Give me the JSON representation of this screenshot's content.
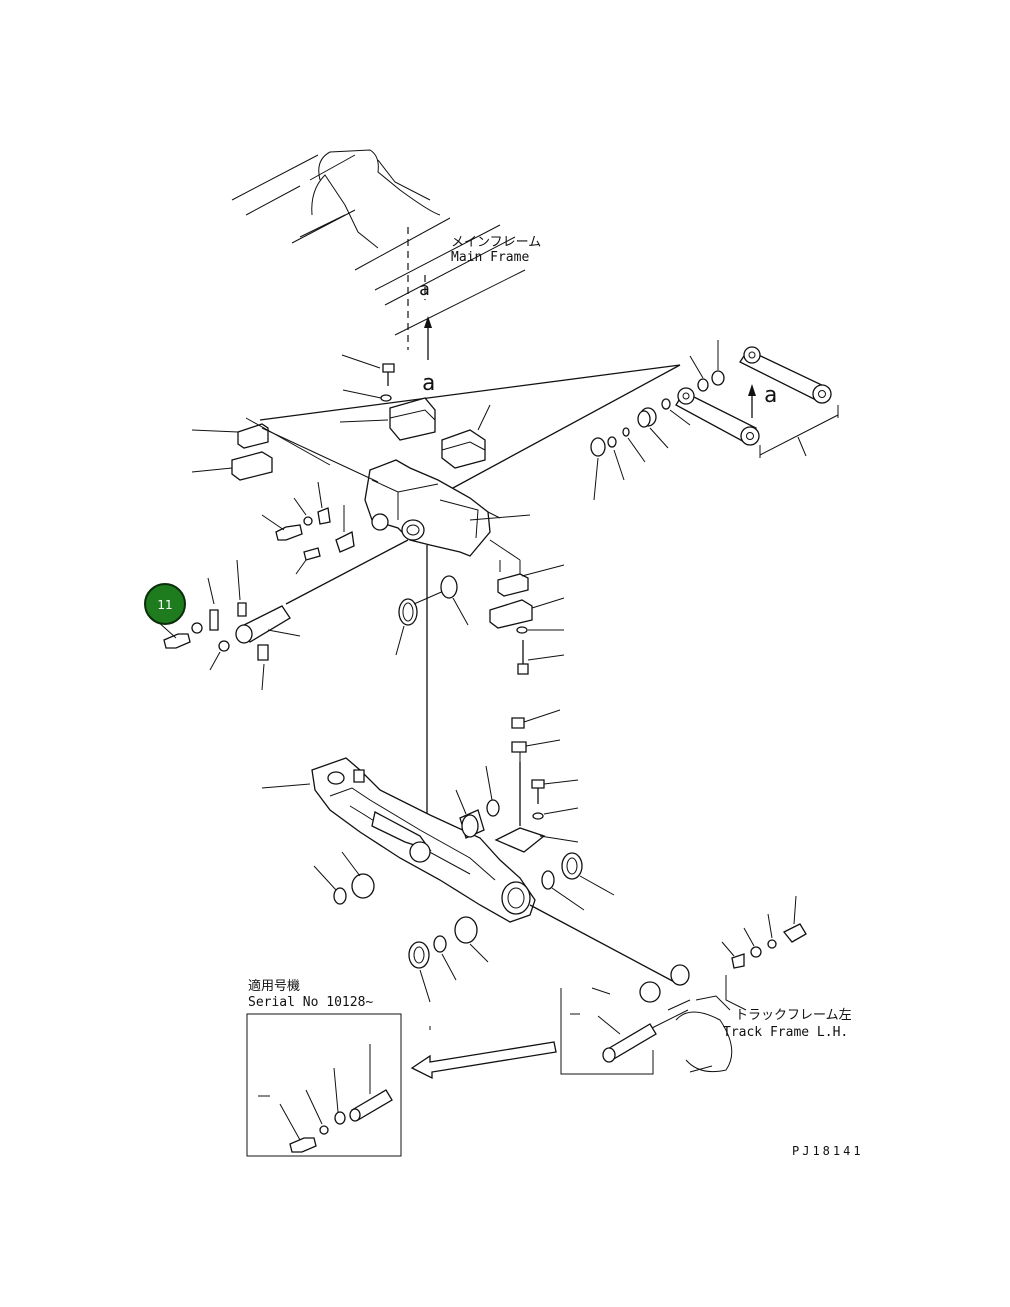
{
  "labels": {
    "main_frame_jp": "メインフレーム",
    "main_frame_en": "Main Frame",
    "track_frame_jp": "トラックフレーム左",
    "track_frame_en": "Track Frame L.H.",
    "serial_jp": "適用号機",
    "serial_en": "Serial No 10128~",
    "view_a_1": "a",
    "view_a_2": "a",
    "view_a_3": "a",
    "drawing_id": "PJ18141"
  },
  "callout": {
    "number": "11",
    "color": "#1e7b1e"
  }
}
